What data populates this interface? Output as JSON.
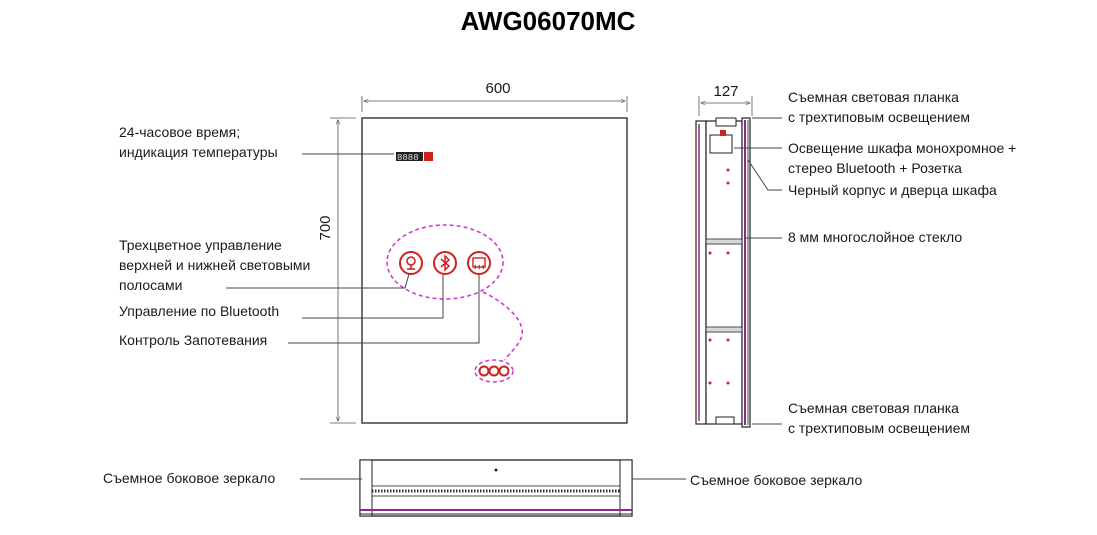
{
  "title": "AWG06070MC",
  "dimensions": {
    "width": "600",
    "height": "700",
    "depth": "127"
  },
  "front_labels": {
    "time": [
      "24-часовое время;",
      "индикация температуры"
    ],
    "tricolor": [
      "Трехцветное управление",
      "верхней и нижней световыми",
      "полосами"
    ],
    "bluetooth": "Управление по Bluetooth",
    "defog": "Контроль Запотевания"
  },
  "side_labels": {
    "light_bar_top": [
      "Съемная световая планка",
      "с трехтиповым освещением"
    ],
    "lighting": [
      "Освещение шкафа монохромное +",
      "стерео Bluetooth + Розетка"
    ],
    "body": "Черный корпус и дверца шкафа",
    "glass": "8 мм многослойное стекло",
    "light_bar_bottom": [
      "Съемная световая планка",
      "с трехтиповым освещением"
    ]
  },
  "bottom_labels": {
    "left": "Съемное боковое зеркало",
    "right": "Съемное боковое зеркало"
  },
  "display_digits": "8888",
  "icons": [
    "light-icon",
    "bluetooth-icon",
    "defog-icon"
  ],
  "colors": {
    "accent": "#cc2222",
    "dashed": "#d63ad6",
    "purple": "#8a2a8a"
  }
}
